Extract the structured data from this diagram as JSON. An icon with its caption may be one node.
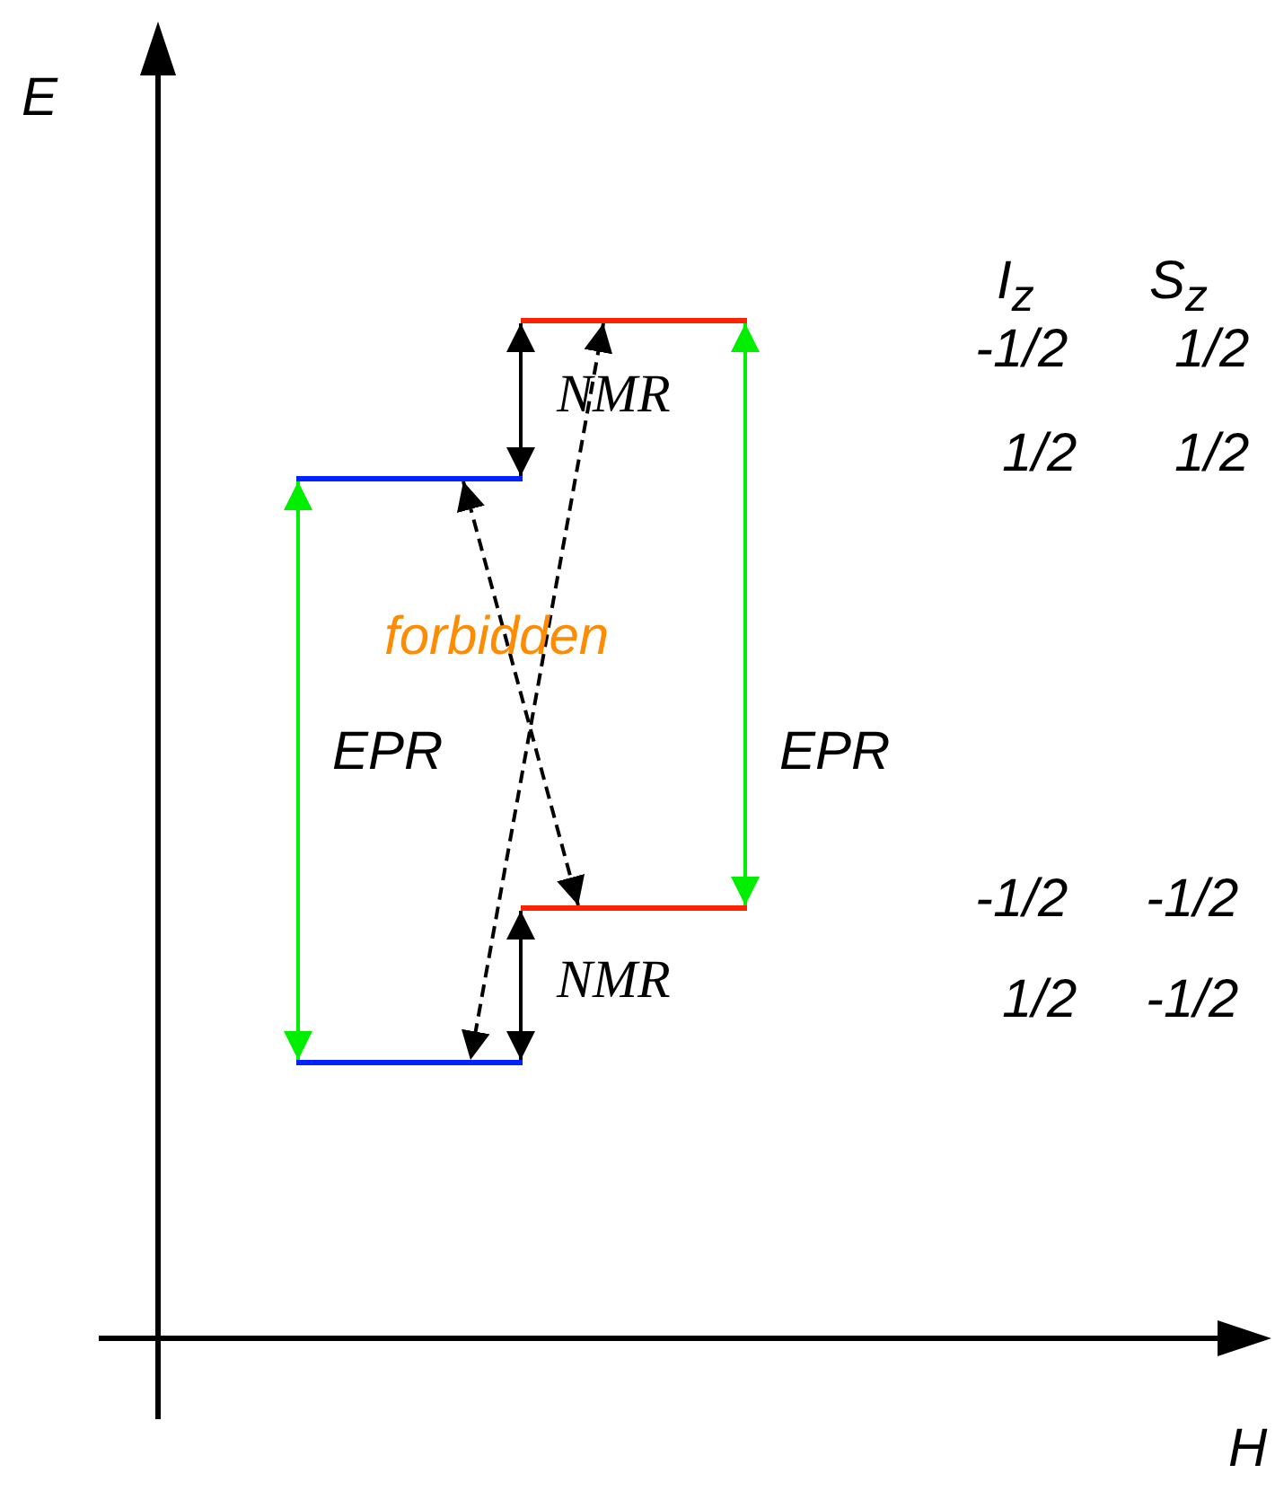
{
  "diagram": {
    "nodes": [
      {
        "text": [],
        "shape": "bar"
      },
      {
        "text": [],
        "shape": "bar"
      },
      {
        "text": [],
        "shape": "bar"
      },
      {
        "text": [],
        "shape": "bar"
      }
    ],
    "edges": [
      {
        "from": 0,
        "to": 1,
        "arrow": "both",
        "label": "NMR"
      },
      {
        "from": 1,
        "to": 3,
        "arrow": "both",
        "label": "EPR",
        "color": "#00ee00"
      },
      {
        "from": 0,
        "to": 2,
        "arrow": "both",
        "label": "EPR",
        "color": "#00ee00"
      },
      {
        "from": 2,
        "to": 3,
        "arrow": "both",
        "label": "NMR"
      },
      {
        "from": 0,
        "to": 3,
        "arrow": "both",
        "style": "dashed"
      },
      {
        "from": 1,
        "to": 2,
        "arrow": "both",
        "style": "dashed"
      }
    ],
    "labels": [
      "E",
      "I$_{z}$",
      "S$_{z}$",
      "-1/2",
      "1/2",
      "1/2",
      "1/2",
      "forbidden",
      "-1/2",
      "-1/2",
      "1/2",
      "-1/2",
      "H"
    ]
  }
}
